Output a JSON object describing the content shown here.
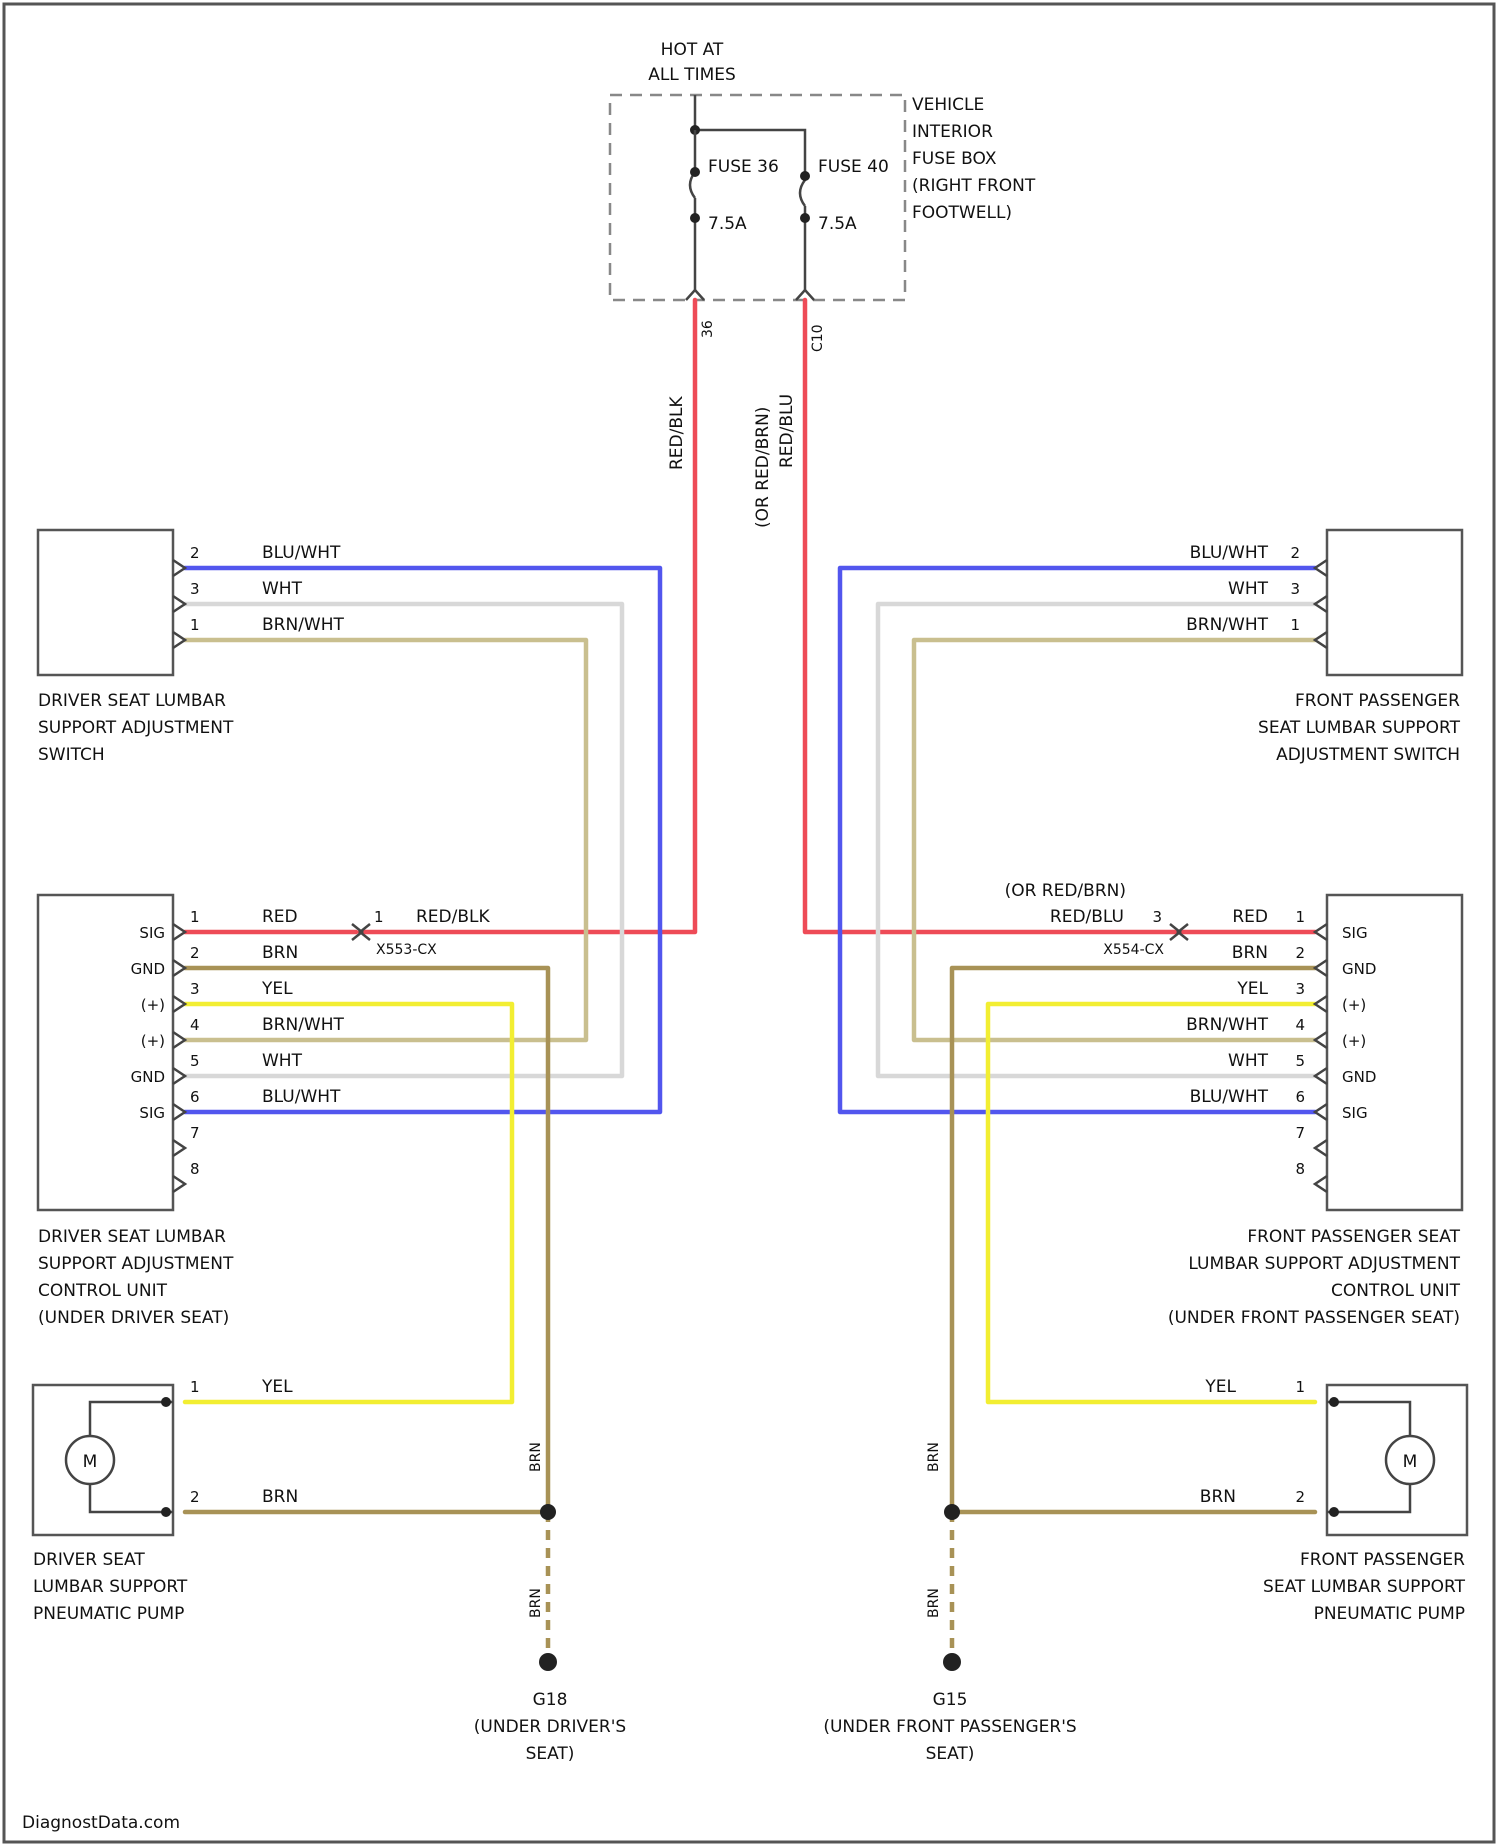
{
  "colors": {
    "red": "#ee4b57",
    "blue": "#5256ee",
    "white": "#d8d8d8",
    "brn_wht": "#c9bf8f",
    "brn": "#a89256",
    "yel": "#f2ee32",
    "border": "#555555"
  },
  "fuse_box": {
    "hot_label_1": "HOT AT",
    "hot_label_2": "ALL TIMES",
    "name": [
      "VEHICLE",
      "INTERIOR",
      "FUSE BOX",
      "(RIGHT FRONT",
      "FOOTWELL)"
    ],
    "fuse_a_label": "FUSE 36",
    "fuse_a_rating": "7.5A",
    "fuse_a_pin": "36",
    "fuse_b_label": "FUSE 40",
    "fuse_b_rating": "7.5A",
    "fuse_b_pin": "C10"
  },
  "wires": {
    "left_feed": "RED/BLK",
    "right_feed": "(OR RED/BRN)",
    "right_feed_2": "RED/BLU"
  },
  "driver_switch": {
    "name": [
      "DRIVER SEAT LUMBAR",
      "SUPPORT ADJUSTMENT",
      "SWITCH"
    ],
    "pins": [
      {
        "num": "2",
        "wire": "BLU/WHT"
      },
      {
        "num": "3",
        "wire": "WHT"
      },
      {
        "num": "1",
        "wire": "BRN/WHT"
      }
    ]
  },
  "passenger_switch": {
    "name": [
      "FRONT PASSENGER",
      "SEAT LUMBAR SUPPORT",
      "ADJUSTMENT SWITCH"
    ],
    "pins": [
      {
        "num": "2",
        "wire": "BLU/WHT"
      },
      {
        "num": "3",
        "wire": "WHT"
      },
      {
        "num": "1",
        "wire": "BRN/WHT"
      }
    ]
  },
  "driver_cu": {
    "name": [
      "DRIVER SEAT LUMBAR",
      "SUPPORT ADJUSTMENT",
      "CONTROL UNIT",
      "(UNDER DRIVER SEAT)"
    ],
    "connector_pin": "1",
    "connector_name": "X553-CX",
    "connector_wire": "RED/BLK",
    "pins": [
      {
        "num": "1",
        "func": "SIG",
        "wire": "RED"
      },
      {
        "num": "2",
        "func": "GND",
        "wire": "BRN"
      },
      {
        "num": "3",
        "func": "(+)",
        "wire": "YEL"
      },
      {
        "num": "4",
        "func": "(+)",
        "wire": "BRN/WHT"
      },
      {
        "num": "5",
        "func": "GND",
        "wire": "WHT"
      },
      {
        "num": "6",
        "func": "SIG",
        "wire": "BLU/WHT"
      },
      {
        "num": "7",
        "func": "",
        "wire": ""
      },
      {
        "num": "8",
        "func": "",
        "wire": ""
      }
    ]
  },
  "passenger_cu": {
    "name": [
      "FRONT PASSENGER SEAT",
      "LUMBAR SUPPORT ADJUSTMENT",
      "CONTROL UNIT",
      "(UNDER FRONT PASSENGER SEAT)"
    ],
    "connector_pin": "3",
    "connector_name": "X554-CX",
    "connector_wire": "RED/BLU",
    "connector_wire_alt": "(OR RED/BRN)",
    "pins": [
      {
        "num": "1",
        "func": "SIG",
        "wire": "RED"
      },
      {
        "num": "2",
        "func": "GND",
        "wire": "BRN"
      },
      {
        "num": "3",
        "func": "(+)",
        "wire": "YEL"
      },
      {
        "num": "4",
        "func": "(+)",
        "wire": "BRN/WHT"
      },
      {
        "num": "5",
        "func": "GND",
        "wire": "WHT"
      },
      {
        "num": "6",
        "func": "SIG",
        "wire": "BLU/WHT"
      },
      {
        "num": "7",
        "func": "",
        "wire": ""
      },
      {
        "num": "8",
        "func": "",
        "wire": ""
      }
    ]
  },
  "driver_pump": {
    "name": [
      "DRIVER SEAT",
      "LUMBAR SUPPORT",
      "PNEUMATIC PUMP"
    ],
    "motor": "M",
    "pins": [
      {
        "num": "1",
        "wire": "YEL"
      },
      {
        "num": "2",
        "wire": "BRN"
      }
    ]
  },
  "passenger_pump": {
    "name": [
      "FRONT PASSENGER",
      "SEAT LUMBAR SUPPORT",
      "PNEUMATIC PUMP"
    ],
    "motor": "M",
    "pins": [
      {
        "num": "1",
        "wire": "YEL"
      },
      {
        "num": "2",
        "wire": "BRN"
      }
    ]
  },
  "grounds": {
    "driver": {
      "wire_upper": "BRN",
      "wire_lower": "BRN",
      "id": "G18",
      "loc": [
        "(UNDER DRIVER'S",
        "SEAT)"
      ]
    },
    "passenger": {
      "wire_upper": "BRN",
      "wire_lower": "BRN",
      "id": "G15",
      "loc": [
        "(UNDER FRONT PASSENGER'S",
        "SEAT)"
      ]
    }
  },
  "footer": "DiagnostData.com"
}
